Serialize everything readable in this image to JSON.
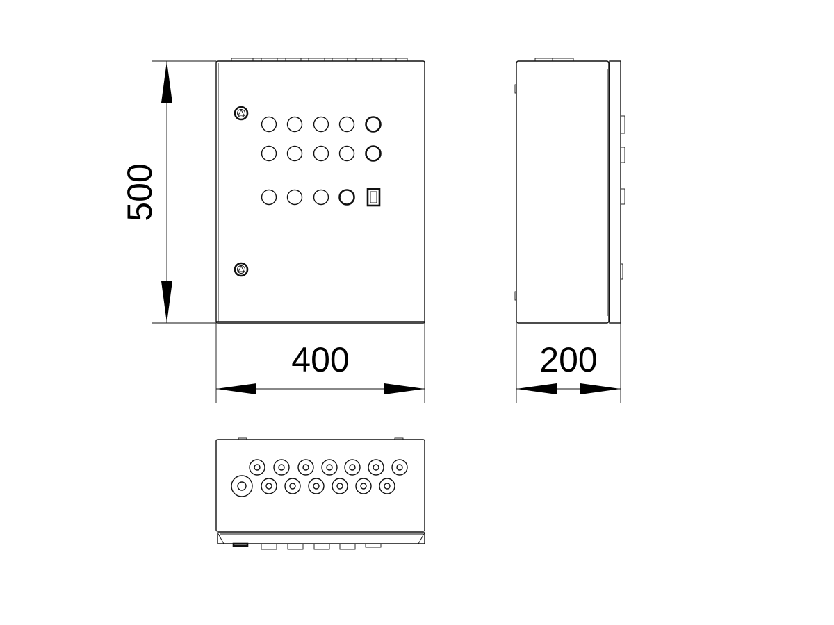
{
  "drawing": {
    "front_view": {
      "height_dimension": "500",
      "width_dimension": "400"
    },
    "side_view": {
      "depth_dimension": "200"
    },
    "bottom_view": {}
  }
}
